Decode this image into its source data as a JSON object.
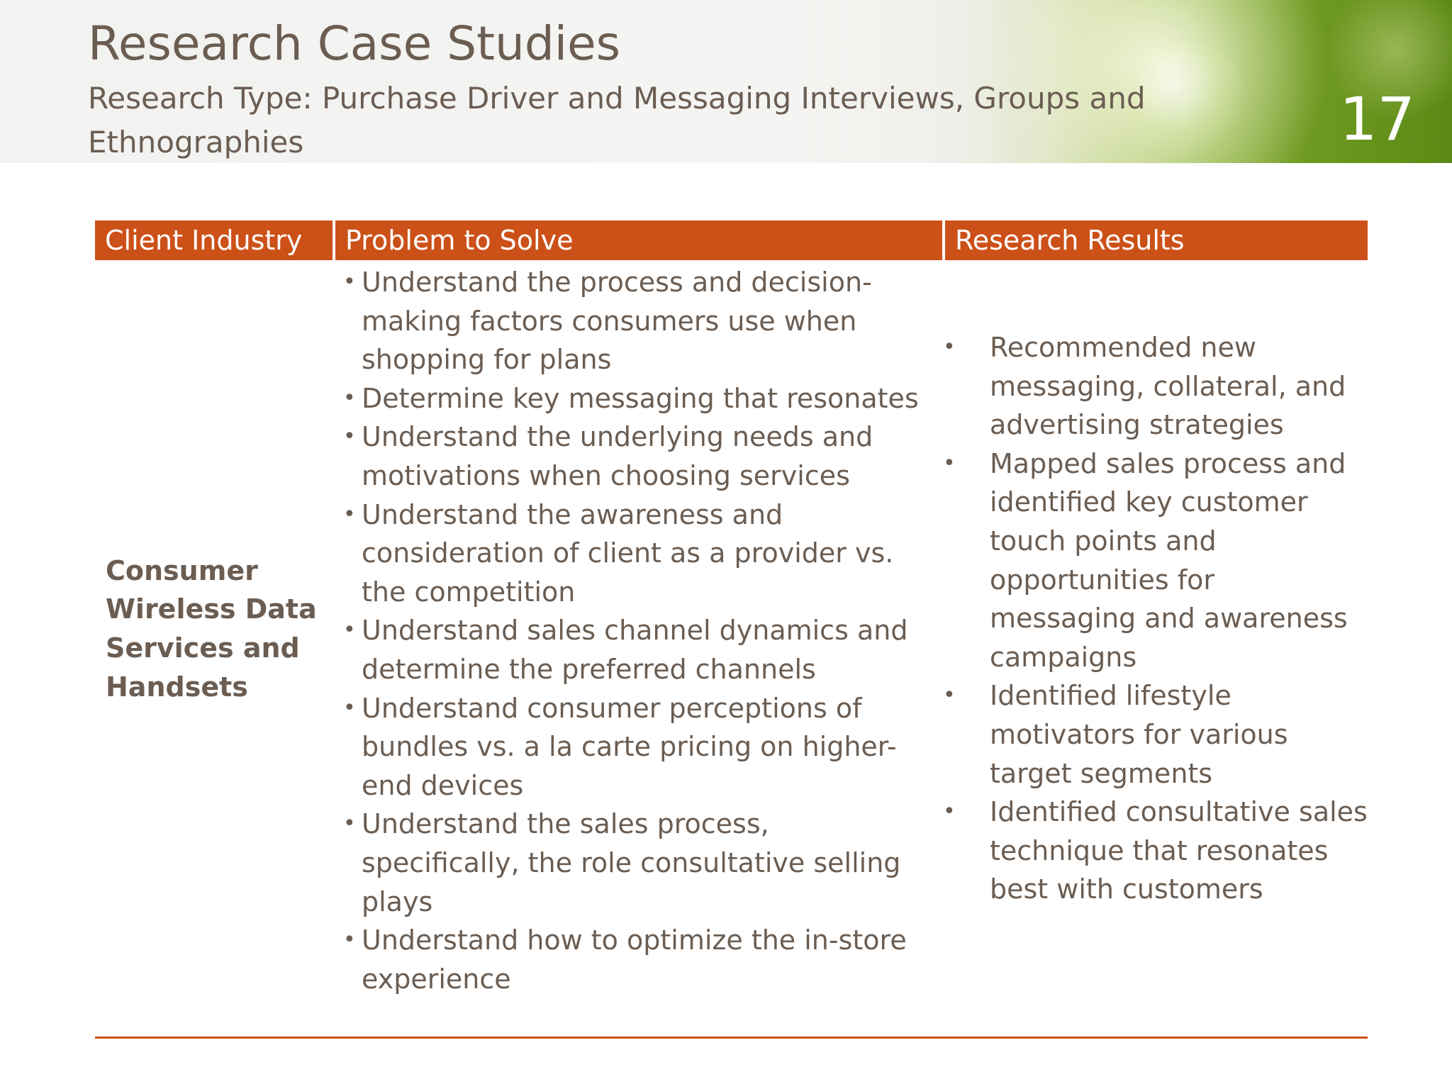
{
  "header": {
    "title": "Research Case Studies",
    "subtitle": "Research Type: Purchase Driver and Messaging Interviews, Groups and Ethnographies",
    "slide_number": "17"
  },
  "table": {
    "columns": [
      "Client Industry",
      "Problem to Solve",
      "Research Results"
    ],
    "industry": "Consumer Wireless  Data Services and Handsets",
    "bullet_glyph": "•",
    "problems": [
      "Understand the process and decision-making factors consumers use when shopping for plans",
      "Determine key messaging that resonates",
      "Understand the underlying needs and motivations when choosing services",
      "Understand the awareness and consideration of client as a provider vs. the competition",
      "Understand sales channel dynamics and determine the preferred channels",
      "Understand consumer perceptions of bundles vs. a la carte pricing on higher-end devices",
      "Understand the sales process, specifically, the role consultative selling plays",
      "Understand how to optimize the in-store experience"
    ],
    "results": [
      "Recommended new messaging, collateral, and advertising strategies",
      "Mapped sales process and identified key customer touch points and opportunities for messaging and awareness campaigns",
      "Identified lifestyle motivators for various target segments",
      "Identified consultative sales technique that resonates best with customers"
    ]
  },
  "colors": {
    "accent": "#cc5118",
    "text": "#6b5d52",
    "header_bg": "#f2f2f0",
    "header_green": "#6f9a22"
  }
}
